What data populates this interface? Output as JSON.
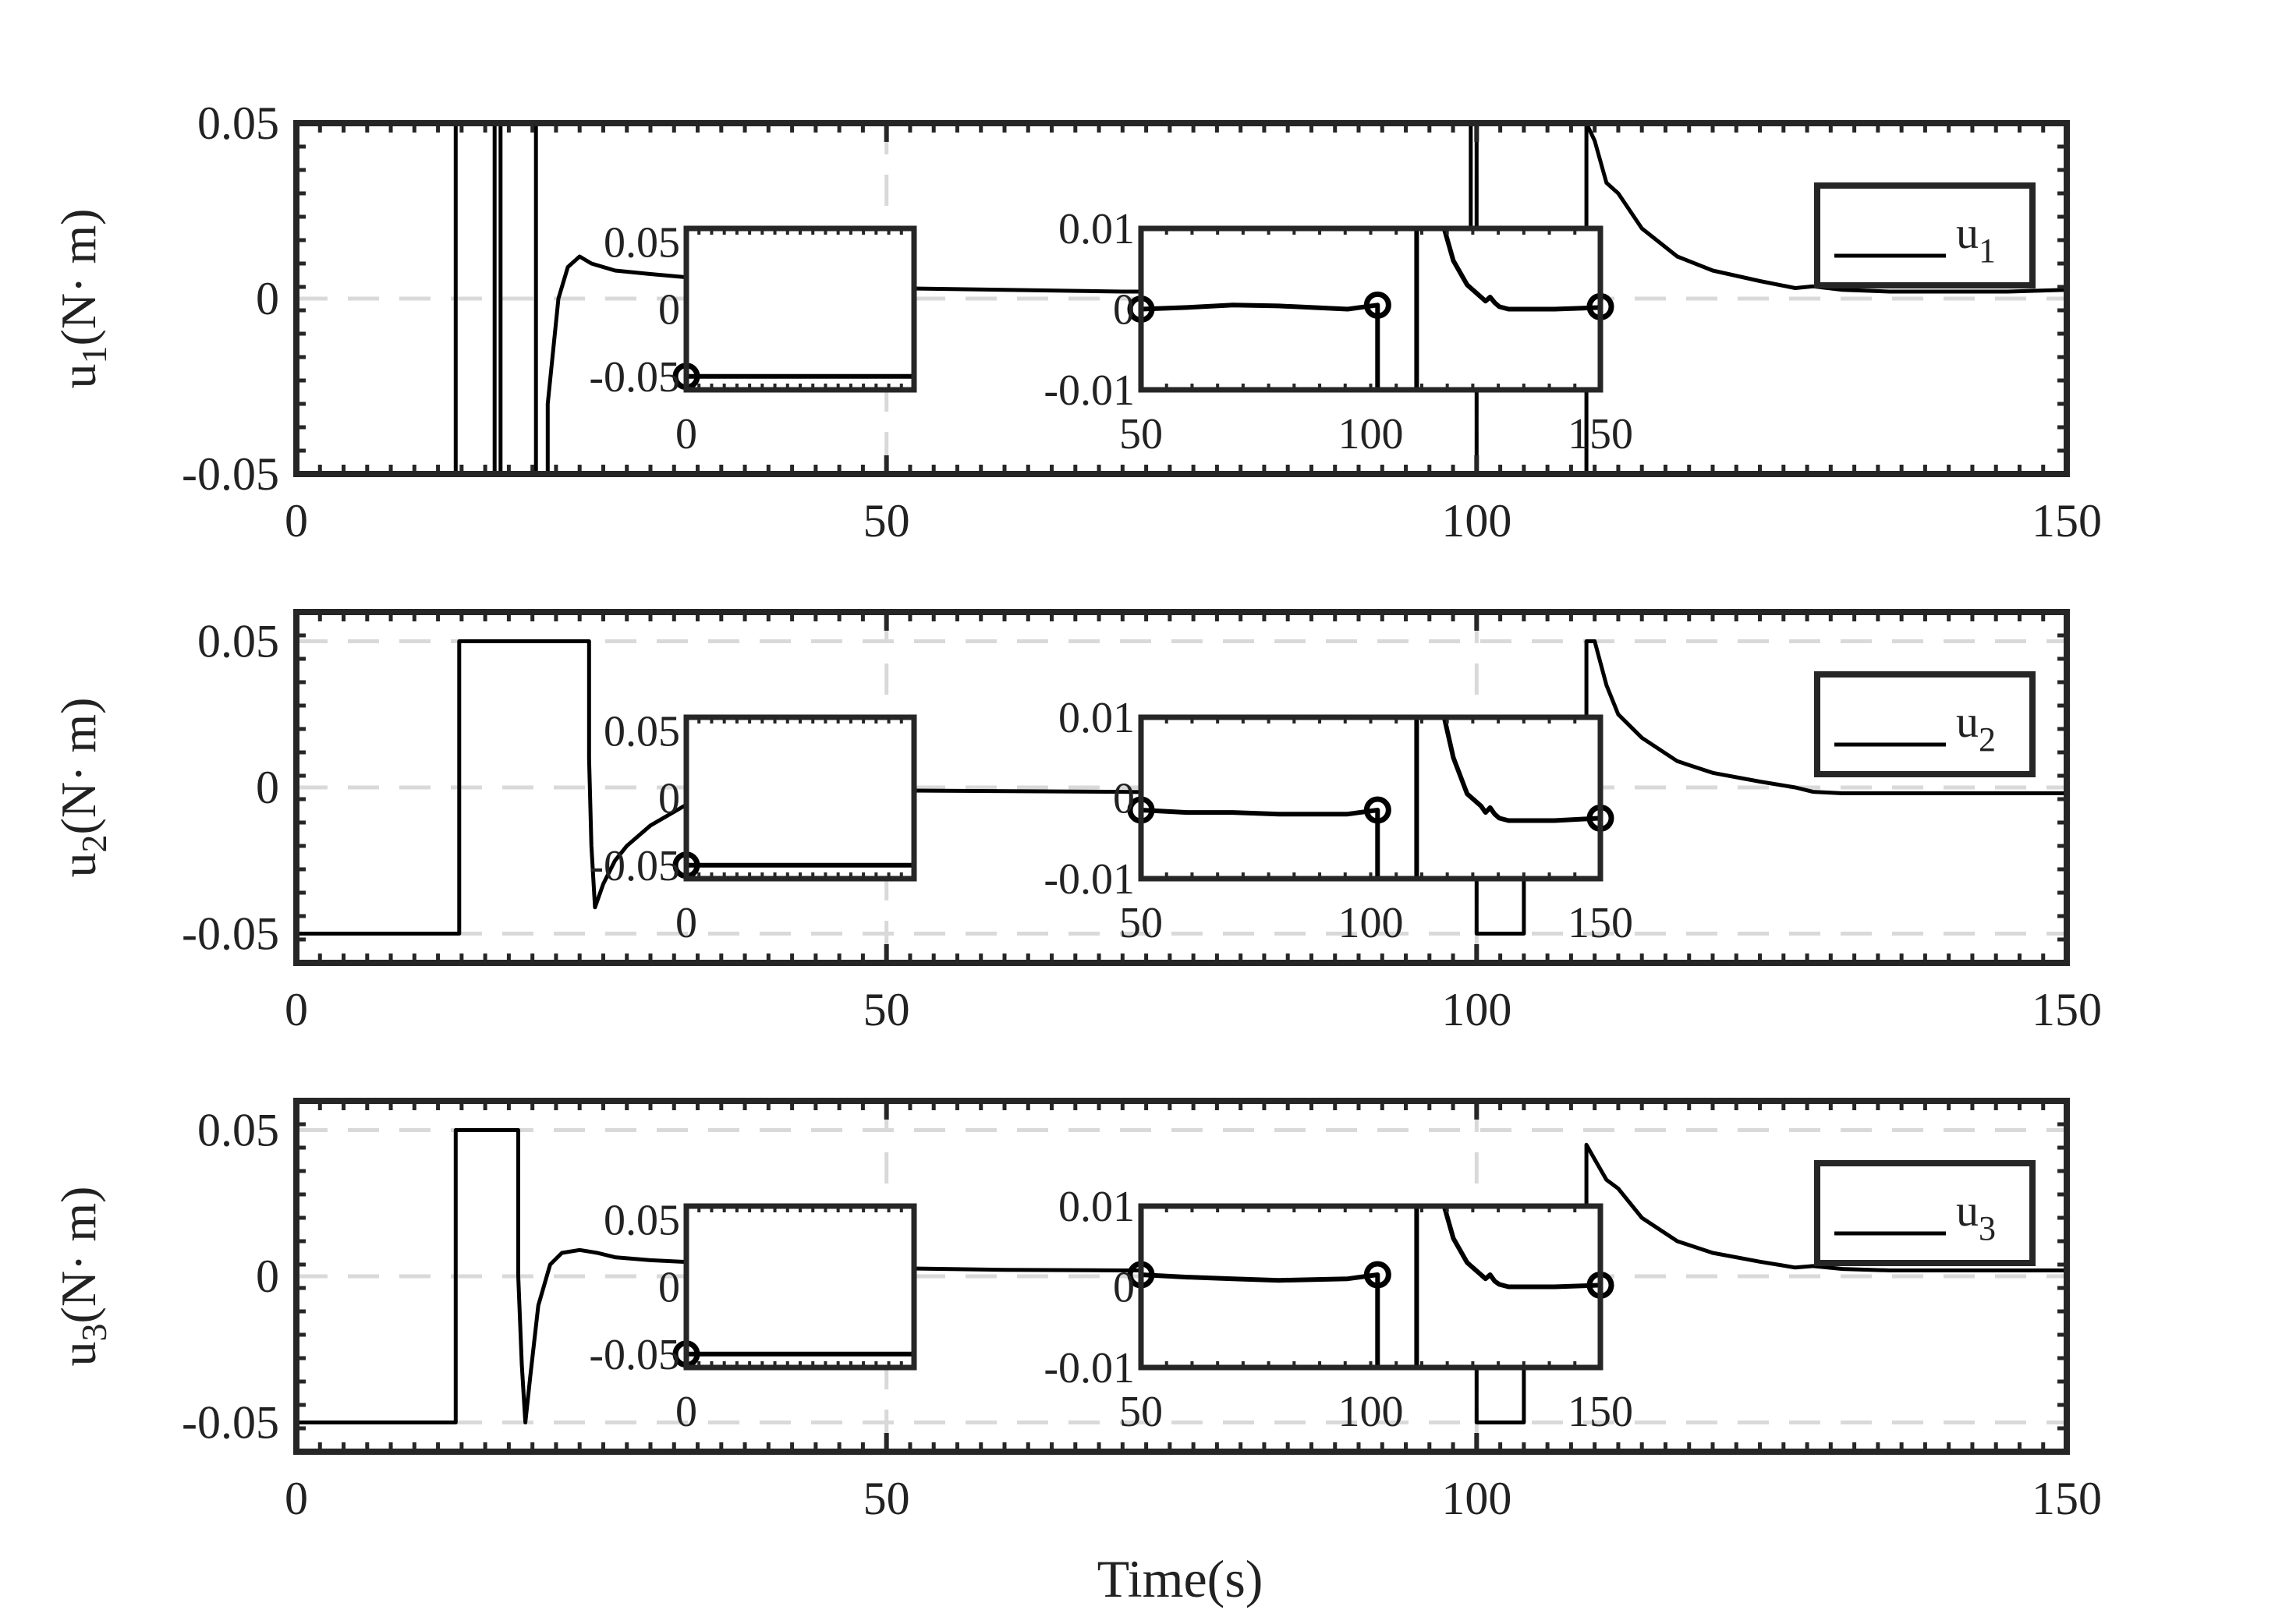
{
  "figure": {
    "xlabel": "Time(s)"
  },
  "colors": {
    "line": "#000000",
    "frame": "#262626",
    "grid": "#d9d9d9",
    "background": "#ffffff"
  },
  "chart_data": [
    {
      "type": "line",
      "ylabel": {
        "main": "u",
        "sub": "1",
        "unit": "(N· m)"
      },
      "legend": {
        "main": "u",
        "sub": "1",
        "placement": "top-right"
      },
      "xlim": [
        0,
        150
      ],
      "ylim": [
        -0.05,
        0.05
      ],
      "xticks": [
        0,
        50,
        100,
        150
      ],
      "xtick_labels": [
        "0",
        "50",
        "100",
        "150"
      ],
      "yticks": [
        -0.05,
        0,
        0.05
      ],
      "ytick_labels": [
        "-0.05",
        "0",
        "0.05"
      ],
      "grid": true,
      "series": [
        {
          "x": [
            0,
            13.5,
            13.5,
            16.8,
            16.8,
            17.3,
            17.3,
            20.3,
            20.3,
            21.3,
            21.3,
            22.2,
            23.0,
            24.0,
            25.0,
            27.0,
            30.0,
            35.0,
            40.0,
            50.0,
            60.0,
            70.0,
            72.0,
            80.0,
            90.0,
            97.0,
            99.5,
            99.5,
            100.0,
            100.0,
            109.3,
            109.3,
            110.0,
            111.0,
            112.0,
            114.0,
            117.0,
            120.0,
            124.0,
            127.0,
            128.5,
            131.0,
            135.0,
            140.0,
            145.0,
            150.0
          ],
          "y": [
            -0.05,
            -0.05,
            0.05,
            0.05,
            -0.05,
            -0.05,
            0.05,
            0.05,
            -0.05,
            -0.05,
            -0.03,
            0.0,
            0.009,
            0.012,
            0.01,
            0.008,
            0.007,
            0.0055,
            0.0045,
            0.003,
            0.0025,
            0.002,
            0.002,
            0.002,
            0.002,
            0.002,
            0.0015,
            0.05,
            0.05,
            -0.05,
            -0.05,
            0.05,
            0.045,
            0.033,
            0.03,
            0.02,
            0.012,
            0.008,
            0.005,
            0.003,
            0.0035,
            0.0025,
            0.002,
            0.002,
            0.002,
            0.0025
          ]
        }
      ],
      "insets": [
        {
          "xlim": [
            0,
            50
          ],
          "ylim": [
            -0.06,
            0.06
          ],
          "xticks": [
            0
          ],
          "xtick_labels": [
            "0"
          ],
          "yticks": [
            0.05,
            0,
            -0.05
          ],
          "ytick_labels": [
            "0.05",
            "0",
            "-0.05"
          ],
          "x": [
            0,
            50
          ],
          "y": [
            -0.05,
            -0.05
          ],
          "markers": [
            {
              "x": 0,
              "y": -0.05
            }
          ]
        },
        {
          "xlim": [
            50,
            150
          ],
          "ylim": [
            -0.01,
            0.01
          ],
          "xticks": [
            50,
            100,
            150
          ],
          "xtick_labels": [
            "50",
            "100",
            "150"
          ],
          "yticks": [
            0.01,
            0,
            -0.01
          ],
          "ytick_labels": [
            "0.01",
            "0",
            "-0.01"
          ],
          "x": [
            50,
            60,
            70,
            80,
            95,
            101.5,
            101.5,
            110,
            110,
            116,
            118,
            121,
            124,
            125,
            126,
            127,
            128,
            130,
            140,
            150
          ],
          "y": [
            0.0,
            0.0002,
            0.0005,
            0.0004,
            0.0,
            0.0005,
            -0.01,
            -0.01,
            0.01,
            0.01,
            0.006,
            0.003,
            0.0015,
            0.001,
            0.0015,
            0.0008,
            0.0003,
            0.0,
            0.0,
            0.0002
          ],
          "markers": [
            {
              "x": 50,
              "y": 0.0
            },
            {
              "x": 101.5,
              "y": 0.0005
            },
            {
              "x": 150,
              "y": 0.0003
            }
          ]
        }
      ]
    },
    {
      "type": "line",
      "ylabel": {
        "main": "u",
        "sub": "2",
        "unit": "(N· m)"
      },
      "legend": {
        "main": "u",
        "sub": "2",
        "placement": "top-right"
      },
      "xlim": [
        0,
        150
      ],
      "ylim": [
        -0.06,
        0.06
      ],
      "xticks": [
        0,
        50,
        100,
        150
      ],
      "xtick_labels": [
        "0",
        "50",
        "100",
        "150"
      ],
      "yticks": [
        -0.05,
        0,
        0.05
      ],
      "ytick_labels": [
        "-0.05",
        "0",
        "0.05"
      ],
      "grid": true,
      "series": [
        {
          "x": [
            0,
            13.8,
            13.8,
            24.8,
            24.8,
            25.0,
            25.3,
            26.0,
            27.0,
            28.0,
            30.0,
            33.0,
            38.0,
            50.0,
            70.0,
            80.0,
            90.0,
            100.0,
            100.0,
            104.0,
            104.0,
            109.3,
            109.3,
            110.0,
            111.0,
            112.0,
            114.0,
            117.0,
            120.0,
            124.0,
            127.0,
            128.5,
            131.0,
            135.0,
            140.0,
            150.0
          ],
          "y": [
            -0.05,
            -0.05,
            0.05,
            0.05,
            0.01,
            -0.02,
            -0.041,
            -0.033,
            -0.025,
            -0.02,
            -0.013,
            -0.006,
            -0.002,
            -0.001,
            -0.0015,
            -0.002,
            -0.0025,
            -0.0025,
            -0.05,
            -0.05,
            -0.003,
            -0.003,
            0.05,
            0.05,
            0.035,
            0.025,
            0.017,
            0.009,
            0.005,
            0.002,
            0.0,
            -0.0015,
            -0.002,
            -0.002,
            -0.002,
            -0.002
          ]
        }
      ],
      "insets": [
        {
          "xlim": [
            0,
            50
          ],
          "ylim": [
            -0.06,
            0.06
          ],
          "xticks": [
            0
          ],
          "xtick_labels": [
            "0"
          ],
          "yticks": [
            0.05,
            0,
            -0.05
          ],
          "ytick_labels": [
            "0.05",
            "0",
            "-0.05"
          ],
          "x": [
            0,
            50
          ],
          "y": [
            -0.05,
            -0.05
          ],
          "markers": [
            {
              "x": 0,
              "y": -0.05
            }
          ]
        },
        {
          "xlim": [
            50,
            150
          ],
          "ylim": [
            -0.01,
            0.01
          ],
          "xticks": [
            50,
            100,
            150
          ],
          "xtick_labels": [
            "50",
            "100",
            "150"
          ],
          "yticks": [
            0.01,
            0,
            -0.01
          ],
          "ytick_labels": [
            "0.01",
            "0",
            "-0.01"
          ],
          "x": [
            50,
            60,
            70,
            80,
            95,
            101.5,
            101.5,
            110,
            110,
            116,
            118,
            121,
            124,
            125,
            126,
            127,
            128,
            130,
            140,
            150
          ],
          "y": [
            -0.0015,
            -0.0018,
            -0.0018,
            -0.002,
            -0.002,
            -0.0015,
            -0.01,
            -0.01,
            0.01,
            0.01,
            0.005,
            0.0005,
            -0.001,
            -0.0018,
            -0.0012,
            -0.002,
            -0.0025,
            -0.0028,
            -0.0028,
            -0.0025
          ],
          "markers": [
            {
              "x": 50,
              "y": -0.0015
            },
            {
              "x": 101.5,
              "y": -0.0015
            },
            {
              "x": 150,
              "y": -0.0025
            }
          ]
        }
      ]
    },
    {
      "type": "line",
      "ylabel": {
        "main": "u",
        "sub": "3",
        "unit": "(N· m)"
      },
      "legend": {
        "main": "u",
        "sub": "3",
        "placement": "top-right"
      },
      "xlim": [
        0,
        150
      ],
      "ylim": [
        -0.06,
        0.06
      ],
      "xticks": [
        0,
        50,
        100,
        150
      ],
      "xtick_labels": [
        "0",
        "50",
        "100",
        "150"
      ],
      "yticks": [
        -0.05,
        0,
        0.05
      ],
      "ytick_labels": [
        "-0.05",
        "0",
        "0.05"
      ],
      "grid": true,
      "series": [
        {
          "x": [
            0,
            13.5,
            13.5,
            18.8,
            18.8,
            19.1,
            19.4,
            19.8,
            20.5,
            21.5,
            22.5,
            24.0,
            25.5,
            27.0,
            30.0,
            35.0,
            40.0,
            50.0,
            60.0,
            70.0,
            80.0,
            90.0,
            100.0,
            100.0,
            104.0,
            104.0,
            109.3,
            109.3,
            110.0,
            111.0,
            112.0,
            114.0,
            117.0,
            120.0,
            124.0,
            127.0,
            128.5,
            131.0,
            135.0,
            140.0,
            150.0
          ],
          "y": [
            -0.05,
            -0.05,
            0.05,
            0.05,
            0.0,
            -0.03,
            -0.05,
            -0.035,
            -0.01,
            0.004,
            0.008,
            0.009,
            0.008,
            0.0065,
            0.0055,
            0.0045,
            0.0035,
            0.0028,
            0.0022,
            0.002,
            0.002,
            0.002,
            0.002,
            -0.05,
            -0.05,
            0.002,
            0.002,
            0.045,
            0.04,
            0.033,
            0.03,
            0.02,
            0.012,
            0.008,
            0.005,
            0.003,
            0.0035,
            0.0025,
            0.002,
            0.002,
            0.002
          ]
        }
      ],
      "insets": [
        {
          "xlim": [
            0,
            50
          ],
          "ylim": [
            -0.06,
            0.06
          ],
          "xticks": [
            0
          ],
          "xtick_labels": [
            "0"
          ],
          "yticks": [
            0.05,
            0,
            -0.05
          ],
          "ytick_labels": [
            "0.05",
            "0",
            "-0.05"
          ],
          "x": [
            0,
            50
          ],
          "y": [
            -0.05,
            -0.05
          ],
          "markers": [
            {
              "x": 0,
              "y": -0.05
            }
          ]
        },
        {
          "xlim": [
            50,
            150
          ],
          "ylim": [
            -0.01,
            0.01
          ],
          "xticks": [
            50,
            100,
            150
          ],
          "xtick_labels": [
            "50",
            "100",
            "150"
          ],
          "yticks": [
            0.01,
            0,
            -0.01
          ],
          "ytick_labels": [
            "0.01",
            "0",
            "-0.01"
          ],
          "x": [
            50,
            60,
            70,
            80,
            95,
            101.5,
            101.5,
            110,
            110,
            116,
            118,
            121,
            124,
            125,
            126,
            127,
            128,
            130,
            140,
            150
          ],
          "y": [
            0.0015,
            0.0012,
            0.001,
            0.0008,
            0.001,
            0.0015,
            -0.01,
            -0.01,
            0.01,
            0.01,
            0.006,
            0.003,
            0.0015,
            0.001,
            0.0015,
            0.0007,
            0.0003,
            0.0,
            0.0,
            0.0002
          ],
          "markers": [
            {
              "x": 50,
              "y": 0.0015
            },
            {
              "x": 101.5,
              "y": 0.0015
            },
            {
              "x": 150,
              "y": 0.0002
            }
          ]
        }
      ]
    }
  ]
}
